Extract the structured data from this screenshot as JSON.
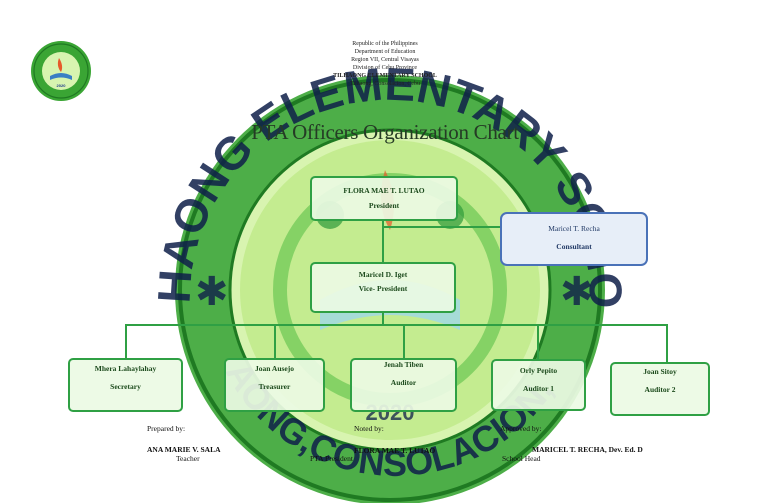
{
  "header": {
    "republic": "Republic of the Philippines",
    "line2": "Department of Education",
    "line3": "Region VII, Central Visayas",
    "line4": "Division of Cebu Province",
    "school": "TILHAONG ELEMENTARY SCHOOL",
    "address": "Tilhaong, Consolacion, Cebu"
  },
  "seal": {
    "top_text": "TILHAONG ELEMENTARY SCHOOL",
    "bottom_text": "TILHAONG,CONSOLACION,CEBU",
    "year": "2020",
    "colors": {
      "ring": "#3aa534",
      "ring_dark": "#1f7a22",
      "inner": "#bfe98f",
      "text": "#1d3b8a"
    }
  },
  "title": "PTA Officers Organization Chart",
  "officers": {
    "president": {
      "name": "FLORA MAE T. LUTAO",
      "role": "President"
    },
    "consultant": {
      "name": "Maricel T. Recha",
      "role": "Consultant"
    },
    "vice_president": {
      "name": "Maricel D. Iget",
      "role": "Vice- President"
    },
    "secretary": {
      "name": "Mhera Lahaylahay",
      "role": "Secretary"
    },
    "treasurer": {
      "name": "Joan Ausejo",
      "role": "Treasurer"
    },
    "auditor": {
      "name": "Jenah Tiben",
      "role": "Auditor"
    },
    "auditor1": {
      "name": "Orly Pepito",
      "role": "Auditor 1"
    },
    "auditor2": {
      "name": "Joan Sitoy",
      "role": "Auditor 2"
    }
  },
  "signatures": {
    "prepared": {
      "label": "Prepared by:",
      "name": "ANA MARIE V. SALA",
      "title": "Teacher"
    },
    "noted": {
      "label": "Noted by:",
      "name": "FLORA MAE T. LUTAO",
      "title": "PTA President"
    },
    "approved": {
      "label": "Approved by:",
      "name": "MARICEL T. RECHA, Dev. Ed. D",
      "title": "School Head"
    }
  }
}
